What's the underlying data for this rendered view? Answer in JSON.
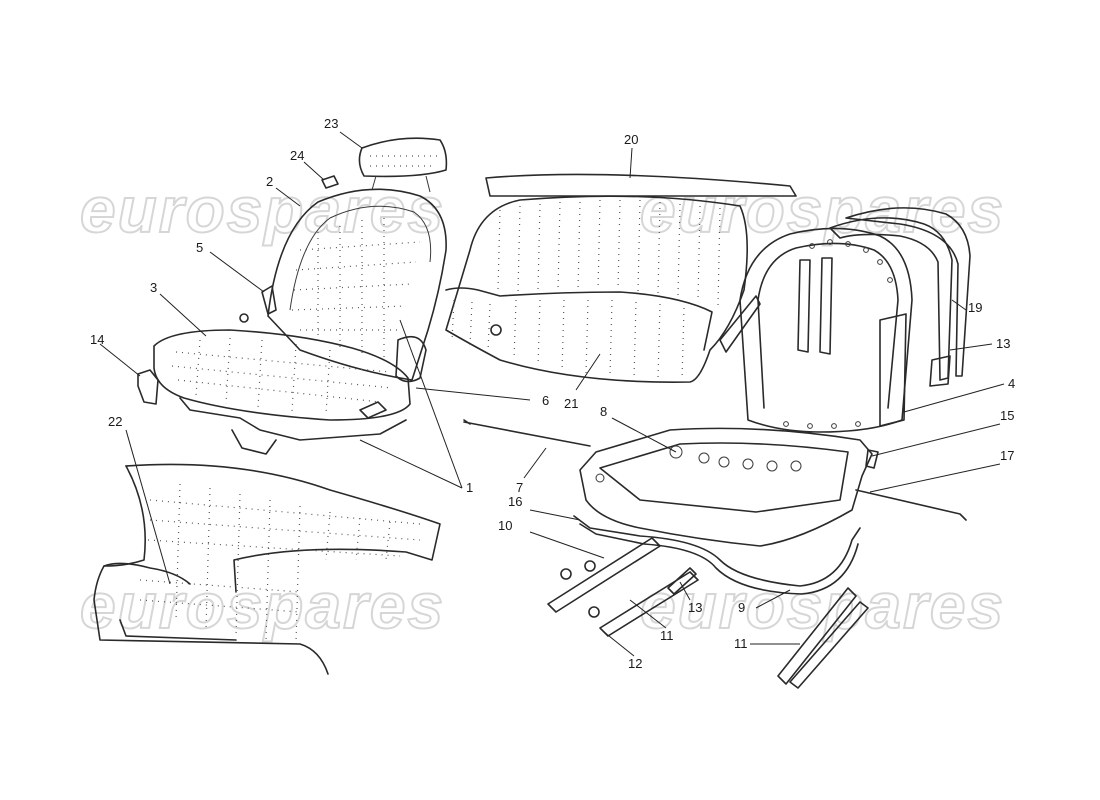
{
  "watermarks": [
    "eurospares",
    "eurospares",
    "eurospares",
    "eurospares"
  ],
  "callouts": [
    {
      "id": "c23",
      "text": "23"
    },
    {
      "id": "c20",
      "text": "20"
    },
    {
      "id": "c24",
      "text": "24"
    },
    {
      "id": "c2",
      "text": "2"
    },
    {
      "id": "c5",
      "text": "5"
    },
    {
      "id": "c3",
      "text": "3"
    },
    {
      "id": "c14",
      "text": "14"
    },
    {
      "id": "c6",
      "text": "6"
    },
    {
      "id": "c21",
      "text": "21"
    },
    {
      "id": "c22",
      "text": "22"
    },
    {
      "id": "c1",
      "text": "1"
    },
    {
      "id": "c7",
      "text": "7"
    },
    {
      "id": "c8",
      "text": "8"
    },
    {
      "id": "c19",
      "text": "19"
    },
    {
      "id": "c13a",
      "text": "13"
    },
    {
      "id": "c4",
      "text": "4"
    },
    {
      "id": "c15",
      "text": "15"
    },
    {
      "id": "c17",
      "text": "17"
    },
    {
      "id": "c16",
      "text": "16"
    },
    {
      "id": "c10",
      "text": "10"
    },
    {
      "id": "c13b",
      "text": "13"
    },
    {
      "id": "c9",
      "text": "9"
    },
    {
      "id": "c11a",
      "text": "11"
    },
    {
      "id": "c11b",
      "text": "11"
    },
    {
      "id": "c12",
      "text": "12"
    }
  ]
}
